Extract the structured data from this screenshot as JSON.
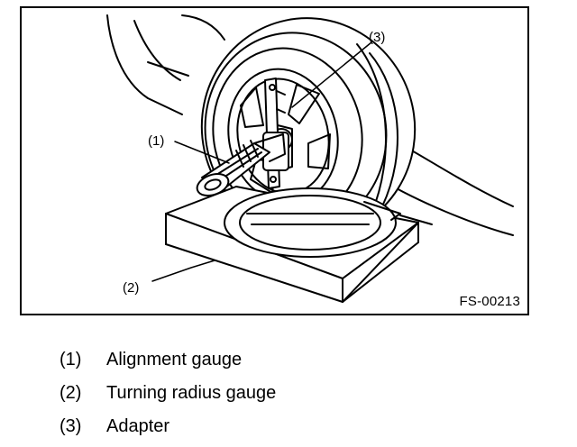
{
  "figure": {
    "code": "FS-00213",
    "callouts": [
      {
        "label": "(1)"
      },
      {
        "label": "(2)"
      },
      {
        "label": "(3)"
      }
    ]
  },
  "legend": [
    {
      "number": "(1)",
      "text": "Alignment gauge"
    },
    {
      "number": "(2)",
      "text": "Turning radius gauge"
    },
    {
      "number": "(3)",
      "text": "Adapter"
    }
  ],
  "colors": {
    "ink": "#000000",
    "paper": "#ffffff",
    "shade": "#cfcfcf"
  }
}
